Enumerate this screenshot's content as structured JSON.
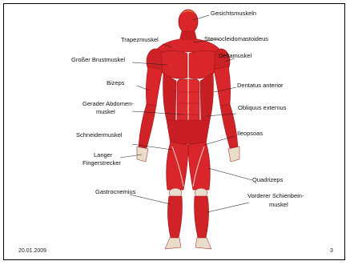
{
  "slide": {
    "date": "20.01.2009",
    "page_number": "3"
  },
  "labels": {
    "gesichtsmuskeln": "Gesichtsmuskeln",
    "trapezmuskel": "Trapezmuskel",
    "sternocleidomastoideus": "Sternocleidomastoideus",
    "brustmuskel": "Großer Brustmuskel",
    "deltamuskel": "Deltamuskel",
    "bizeps": "Bizeps",
    "dentatus": "Dentatus anterior",
    "abdomen_1": "Gerader Abdomen-",
    "abdomen_2": "muskel",
    "obliquus": "Obliquus externus",
    "schneidermuskel": "Schneidermuskel",
    "ileopsoas": "Ileopsoas",
    "fingerstrecker_1": "Langer",
    "fingerstrecker_2": "Fingerstrecker",
    "quadrizeps": "Quadrizeps",
    "gastrocnemius": "Gastrocnemius",
    "schienbein_1": "Vorderer Schienbein-",
    "schienbein_2": "muskel"
  },
  "colors": {
    "muscle": "#d8262a",
    "muscle_dark": "#a3151a",
    "tendon": "#e9dcc9",
    "hair": "#e8b45a"
  }
}
